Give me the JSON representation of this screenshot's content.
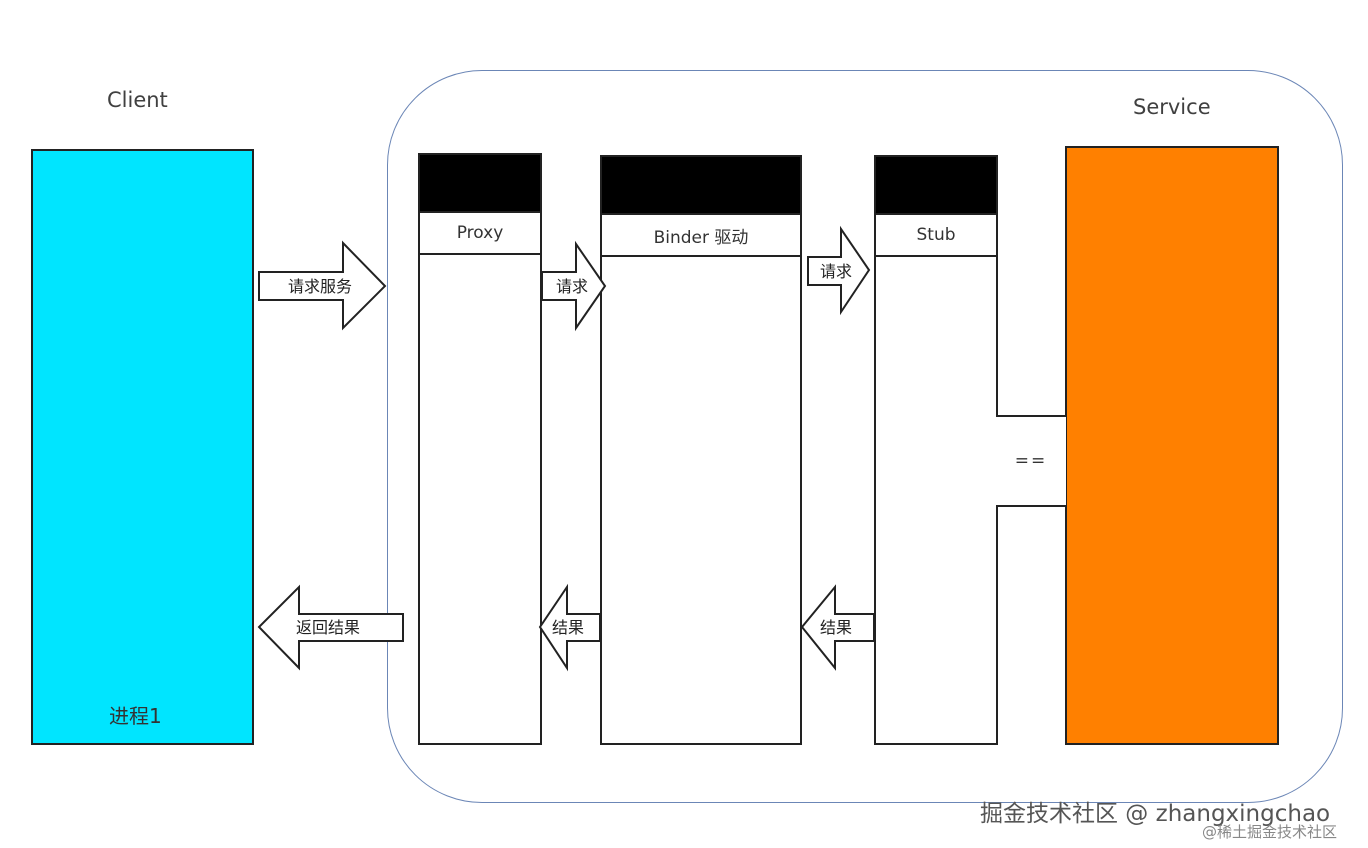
{
  "client": {
    "title": "Client",
    "process_label": "进程1",
    "color": "#00e5ff"
  },
  "service": {
    "title": "Service",
    "color": "#ff8000"
  },
  "columns": {
    "proxy": {
      "label": "Proxy"
    },
    "binder": {
      "label": "Binder 驱动"
    },
    "stub": {
      "label": "Stub"
    }
  },
  "equal_box": {
    "label": "=="
  },
  "arrows": {
    "client_request": "请求服务",
    "proxy_request": "请求",
    "binder_request": "请求",
    "client_return": "返回结果",
    "proxy_result": "结果",
    "stub_result": "结果"
  },
  "watermark": {
    "main": "掘金技术社区 @ zhangxingchao",
    "sub": "@稀土掘金技术社区"
  }
}
